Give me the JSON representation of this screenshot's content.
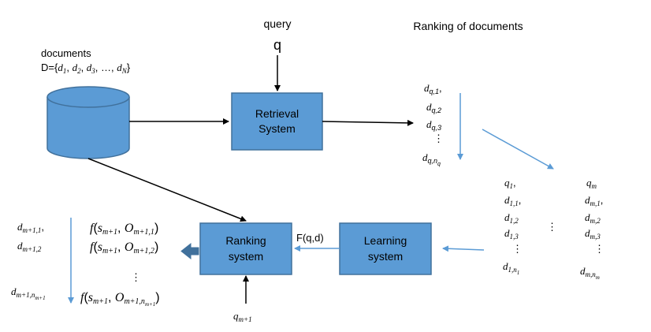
{
  "query_label": "query",
  "query_var": "q",
  "ranking_title": "Ranking of documents",
  "documents_label": "documents",
  "documents_set": "D={d1, d2, d3, …, dN}",
  "retrieval_system": "Retrieval System",
  "ranking_system": "Ranking system",
  "learning_system": "Learning system",
  "f_qd": "F(q,d)",
  "new_query": "qm+1",
  "ranked_list": [
    "dq,1,",
    "dq,2",
    "dq,3",
    "⋮",
    "dq,nq"
  ],
  "training_q1": [
    "q1,",
    "d1,1,",
    "d1,2",
    "d1,3",
    "⋮",
    "d1,n1"
  ],
  "training_qm": [
    "qm",
    "dm,1,",
    "dm,2",
    "dm,3",
    "⋮",
    "dm,nm"
  ],
  "training_dots": "⋮",
  "output_docs": [
    "dm+1,1,",
    "dm+1,2",
    "dm+1,nm+1"
  ],
  "output_scores": [
    "f(sm+1, Om+1,1)",
    "f(sm+1, Om+1,2)",
    "⋮",
    "f(sm+1, Om+1,nm+1)"
  ],
  "colors": {
    "box_fill": "#5b9bd5",
    "box_stroke": "#41719c",
    "arrow_blue": "#5b9bd5",
    "arrow_black": "#000000"
  }
}
